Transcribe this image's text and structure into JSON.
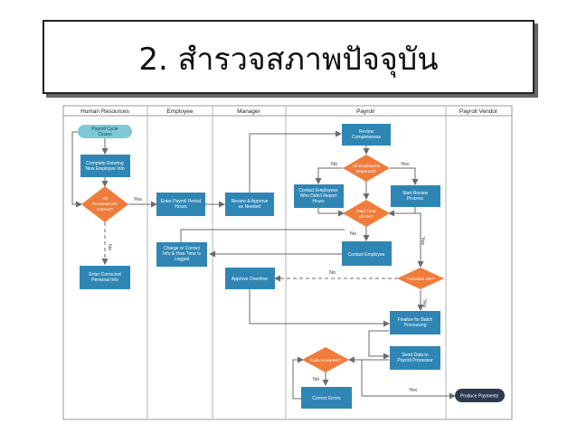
{
  "title": "2. สำรวจสภาพปัจจุบัน",
  "lanes": [
    "Human Resources",
    "Employee",
    "Manager",
    "Payroll",
    "Payroll Vendor"
  ],
  "nodes": {
    "cycle_closes": [
      "Payroll Cycle",
      "Closes"
    ],
    "complete_entering": [
      "Complete Entering",
      "New Employee Info"
    ],
    "personal_info_correct": [
      "All",
      "Personal Info",
      "Correct?"
    ],
    "enter_corrected": [
      "Enter Corrected",
      "Personal Info"
    ],
    "enter_period_hours": [
      "Enter Payroll Period",
      "Hours"
    ],
    "charge_correct": [
      "Charge or Correct",
      "Info & How Time Is",
      "Logged"
    ],
    "review_approve": [
      "Review & Approve",
      "as Needed"
    ],
    "approve_overtime": [
      "Approve Overtime"
    ],
    "review_completeness": [
      "Review",
      "Completeness"
    ],
    "all_reported": [
      "All Employees",
      "Reported?"
    ],
    "contact_not_report": [
      "Contact Employees",
      "Who Didn't Report",
      "Hours"
    ],
    "start_review": [
      "Start Review",
      "Process"
    ],
    "paid_time_off": [
      "Paid Time",
      "off OK?"
    ],
    "contact_employee": [
      "Contact Employee"
    ],
    "overtime_ok": [
      "Overtime OK?"
    ],
    "finalize_batch": [
      "Finalize for Batch",
      "Processing"
    ],
    "send_data": [
      "Send Data to",
      "Payroll Processor"
    ],
    "data_accepted": [
      "Data Accepted?"
    ],
    "correct_errors": [
      "Correct Errors"
    ],
    "produce_payments": [
      "Produce Payments"
    ]
  },
  "edge_labels": {
    "yes1": "Yes",
    "no1": "No",
    "no_reported": "No",
    "yes_reported": "Yes",
    "no_pto": "No",
    "yes_pto": "Yes",
    "no_overtime": "No",
    "yes_overtime": "Yes",
    "no_accepted": "No",
    "yes_accepted": "Yes"
  },
  "colors": {
    "process": "#2f86b4",
    "decision": "#f07c3c",
    "start": "#7fc8d8",
    "terminal": "#2b3a4f",
    "line": "#6b6b6b",
    "lane_border": "#9a9a9a"
  }
}
